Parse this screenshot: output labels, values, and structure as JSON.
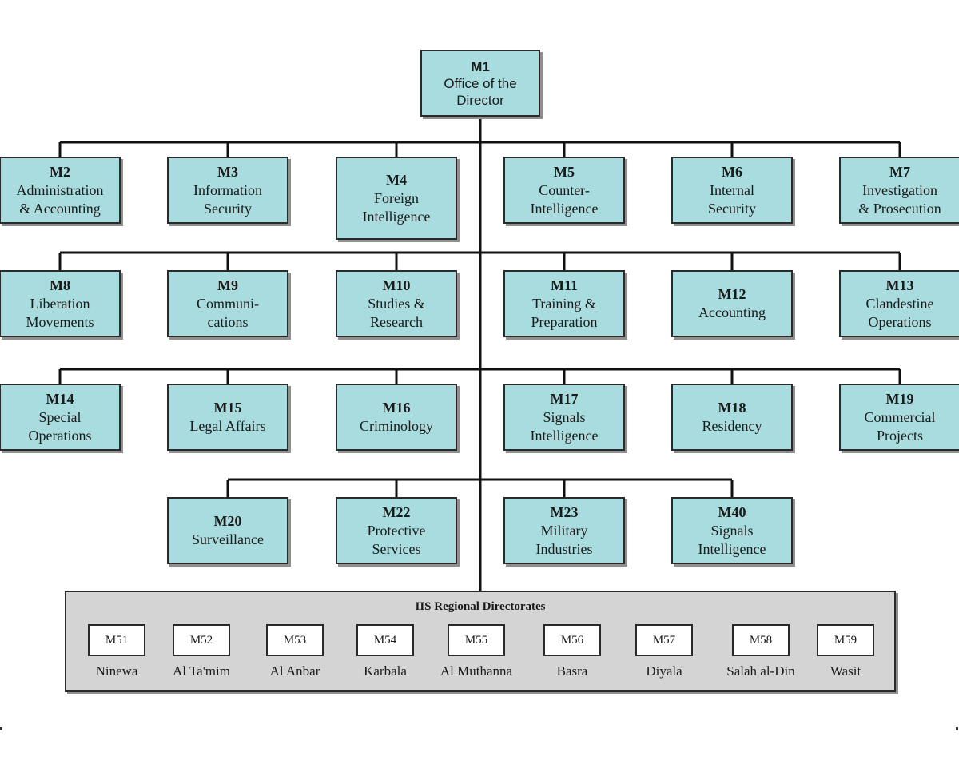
{
  "root": {
    "code": "M1",
    "lines": [
      "Office of the",
      "Director"
    ]
  },
  "rows": [
    [
      {
        "code": "M2",
        "lines": [
          "Administration",
          "& Accounting"
        ]
      },
      {
        "code": "M3",
        "lines": [
          "Information",
          "Security"
        ]
      },
      {
        "code": "M4",
        "lines": [
          "Foreign",
          "Intelligence"
        ]
      },
      {
        "code": "M5",
        "lines": [
          "Counter-",
          "Intelligence"
        ]
      },
      {
        "code": "M6",
        "lines": [
          "Internal",
          "Security"
        ]
      },
      {
        "code": "M7",
        "lines": [
          "Investigation",
          "& Prosecution"
        ]
      }
    ],
    [
      {
        "code": "M8",
        "lines": [
          "Liberation",
          "Movements"
        ]
      },
      {
        "code": "M9",
        "lines": [
          "Communi-",
          "cations"
        ]
      },
      {
        "code": "M10",
        "lines": [
          "Studies &",
          "Research"
        ]
      },
      {
        "code": "M11",
        "lines": [
          "Training &",
          "Preparation"
        ]
      },
      {
        "code": "M12",
        "lines": [
          "Accounting"
        ]
      },
      {
        "code": "M13",
        "lines": [
          "Clandestine",
          "Operations"
        ]
      }
    ],
    [
      {
        "code": "M14",
        "lines": [
          "Special",
          "Operations"
        ]
      },
      {
        "code": "M15",
        "lines": [
          "Legal Affairs"
        ]
      },
      {
        "code": "M16",
        "lines": [
          "Criminology"
        ]
      },
      {
        "code": "M17",
        "lines": [
          "Signals",
          "Intelligence"
        ]
      },
      {
        "code": "M18",
        "lines": [
          "Residency"
        ]
      },
      {
        "code": "M19",
        "lines": [
          "Commercial",
          "Projects"
        ]
      }
    ],
    [
      {
        "code": "M20",
        "lines": [
          "Surveillance"
        ]
      },
      {
        "code": "M22",
        "lines": [
          "Protective",
          "Services"
        ]
      },
      {
        "code": "M23",
        "lines": [
          "Military",
          "Industries"
        ]
      },
      {
        "code": "M40",
        "lines": [
          "Signals",
          "Intelligence"
        ]
      }
    ]
  ],
  "regional": {
    "title": "IIS Regional Directorates",
    "items": [
      {
        "code": "M51",
        "name": "Ninewa"
      },
      {
        "code": "M52",
        "name": "Al Ta'mim"
      },
      {
        "code": "M53",
        "name": "Al Anbar"
      },
      {
        "code": "M54",
        "name": "Karbala"
      },
      {
        "code": "M55",
        "name": "Al Muthanna"
      },
      {
        "code": "M56",
        "name": "Basra"
      },
      {
        "code": "M57",
        "name": "Diyala"
      },
      {
        "code": "M58",
        "name": "Salah al-Din"
      },
      {
        "code": "M59",
        "name": "Wasit"
      }
    ]
  },
  "colors": {
    "box_fill": "#a9dcdf",
    "regional_fill": "#d4d4d4",
    "line": "#111111"
  }
}
